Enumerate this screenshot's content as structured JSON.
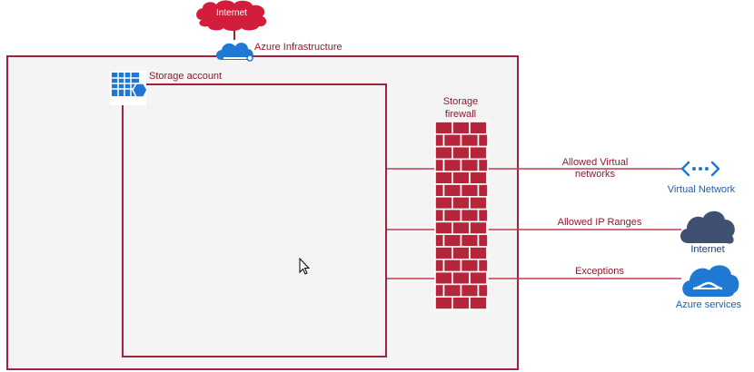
{
  "labels": {
    "internet_top": "Internet",
    "azure_infrastructure": "Azure Infrastructure",
    "storage_account": "Storage account",
    "storage_firewall": "Storage\nfirewall",
    "allowed_virtual_networks": "Allowed Virtual\nnetworks",
    "allowed_ip_ranges": "Allowed IP Ranges",
    "exceptions": "Exceptions",
    "virtual_network": "Virtual Network",
    "internet_right": "Internet",
    "azure_services": "Azure services"
  },
  "icons": {
    "internet_cloud": "cloud-icon",
    "azure_cloud": "azure-cloud-icon",
    "storage": "storage-account-icon",
    "firewall": "firewall-brick-icon",
    "vnet": "virtual-network-icon",
    "internet_right_cloud": "cloud-icon",
    "azure_services_cloud": "azure-cloud-icon",
    "mouse_cursor": "mouse-pointer-icon"
  },
  "colors": {
    "border": "#a0213d",
    "brick": "#b5263b",
    "azure_blue": "#1f78d1",
    "internet_red": "#d31d3c",
    "dark_cloud": "#3f5070",
    "label": "#8b1a2e",
    "panel_bg": "#f4f4f4"
  }
}
